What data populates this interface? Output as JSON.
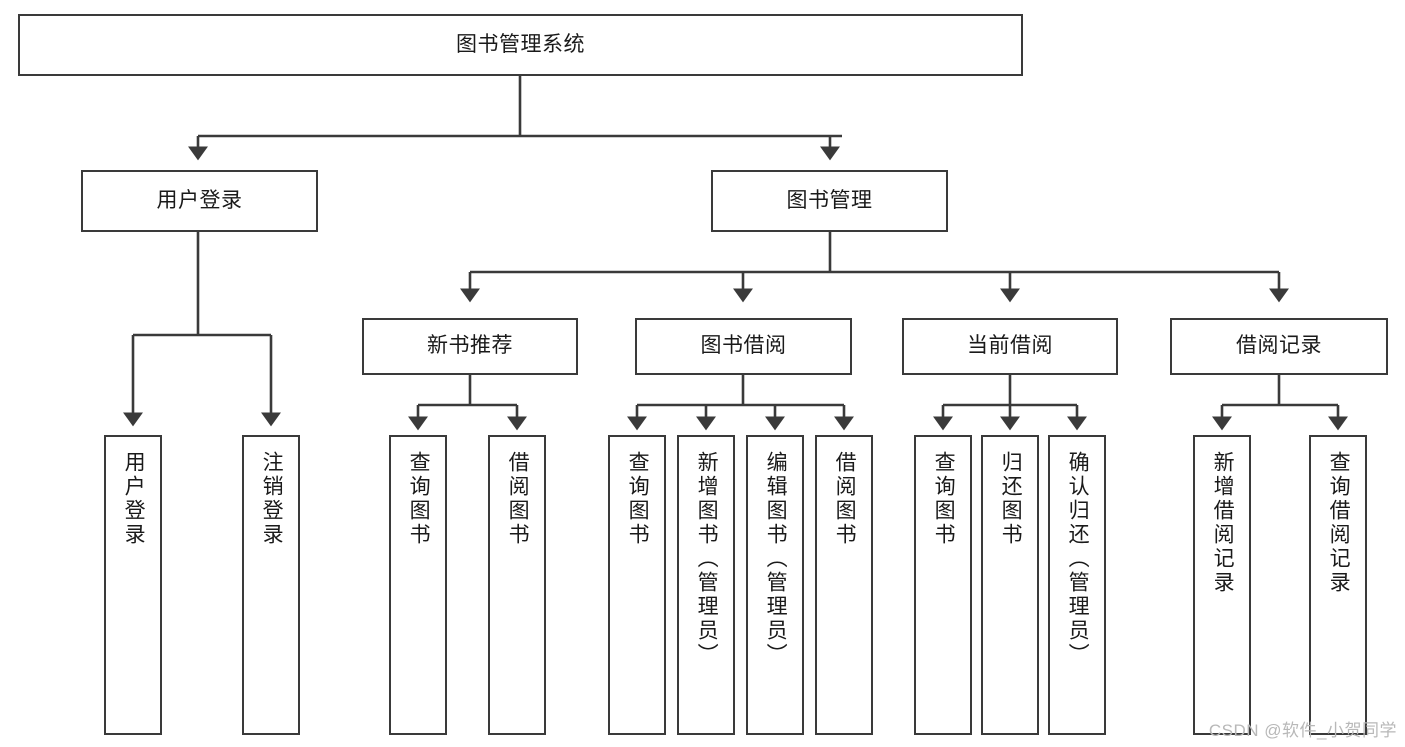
{
  "diagram": {
    "title": "图书管理系统",
    "type": "tree",
    "stroke_color": "#3a3a3a",
    "fill_color": "#ffffff",
    "text_color": "#1a1a1a",
    "watermark": "CSDN @软件_小贺同学"
  },
  "levels": {
    "root": {
      "label": "图书管理系统"
    },
    "level2": [
      {
        "label": "用户登录"
      },
      {
        "label": "图书管理"
      }
    ],
    "level3": [
      {
        "label": "新书推荐"
      },
      {
        "label": "图书借阅"
      },
      {
        "label": "当前借阅"
      },
      {
        "label": "借阅记录"
      }
    ],
    "leaves": {
      "user_login": [
        {
          "label": "用户登录"
        },
        {
          "label": "注销登录"
        }
      ],
      "new_book_recommend": [
        {
          "label": "查询图书"
        },
        {
          "label": "借阅图书"
        }
      ],
      "book_borrow": [
        {
          "label": "查询图书"
        },
        {
          "label": "新增图书（管理员）"
        },
        {
          "label": "编辑图书（管理员）"
        },
        {
          "label": "借阅图书"
        }
      ],
      "current_borrow": [
        {
          "label": "查询图书"
        },
        {
          "label": "归还图书"
        },
        {
          "label": "确认归还（管理员）"
        }
      ],
      "borrow_record": [
        {
          "label": "新增借阅记录"
        },
        {
          "label": "查询借阅记录"
        }
      ]
    }
  },
  "chart_data": {
    "type": "table",
    "title": "图书管理系统 功能结构图",
    "nodes": [
      {
        "id": "root",
        "label": "图书管理系统",
        "level": 1,
        "parent": null
      },
      {
        "id": "user-login",
        "label": "用户登录",
        "level": 2,
        "parent": "root"
      },
      {
        "id": "book-manage",
        "label": "图书管理",
        "level": 2,
        "parent": "root"
      },
      {
        "id": "new-book",
        "label": "新书推荐",
        "level": 3,
        "parent": "book-manage"
      },
      {
        "id": "book-borrow",
        "label": "图书借阅",
        "level": 3,
        "parent": "book-manage"
      },
      {
        "id": "current-borrow",
        "label": "当前借阅",
        "level": 3,
        "parent": "book-manage"
      },
      {
        "id": "borrow-record",
        "label": "借阅记录",
        "level": 3,
        "parent": "book-manage"
      },
      {
        "id": "leaf-user-login",
        "label": "用户登录",
        "level": 4,
        "parent": "user-login"
      },
      {
        "id": "leaf-logout",
        "label": "注销登录",
        "level": 4,
        "parent": "user-login"
      },
      {
        "id": "leaf-nb-query",
        "label": "查询图书",
        "level": 4,
        "parent": "new-book"
      },
      {
        "id": "leaf-nb-borrow",
        "label": "借阅图书",
        "level": 4,
        "parent": "new-book"
      },
      {
        "id": "leaf-bb-query",
        "label": "查询图书",
        "level": 4,
        "parent": "book-borrow"
      },
      {
        "id": "leaf-bb-add",
        "label": "新增图书（管理员）",
        "level": 4,
        "parent": "book-borrow"
      },
      {
        "id": "leaf-bb-edit",
        "label": "编辑图书（管理员）",
        "level": 4,
        "parent": "book-borrow"
      },
      {
        "id": "leaf-bb-borrow",
        "label": "借阅图书",
        "level": 4,
        "parent": "book-borrow"
      },
      {
        "id": "leaf-cb-query",
        "label": "查询图书",
        "level": 4,
        "parent": "current-borrow"
      },
      {
        "id": "leaf-cb-return",
        "label": "归还图书",
        "level": 4,
        "parent": "current-borrow"
      },
      {
        "id": "leaf-cb-confirm",
        "label": "确认归还（管理员）",
        "level": 4,
        "parent": "current-borrow"
      },
      {
        "id": "leaf-br-add",
        "label": "新增借阅记录",
        "level": 4,
        "parent": "borrow-record"
      },
      {
        "id": "leaf-br-query",
        "label": "查询借阅记录",
        "level": 4,
        "parent": "borrow-record"
      }
    ]
  }
}
